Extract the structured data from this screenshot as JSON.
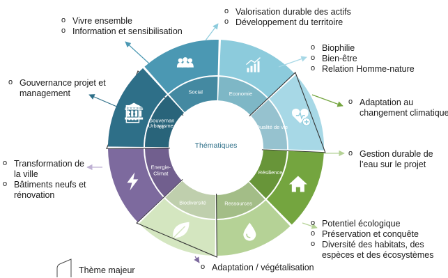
{
  "center_label": "Thématiques",
  "segments": [
    {
      "id": "social",
      "label": "Social",
      "color": "#4b98b3"
    },
    {
      "id": "economie",
      "label": "Economie",
      "color": "#8ccbdc"
    },
    {
      "id": "qualite",
      "label": "Qualité de vie",
      "color": "#a7d8e6"
    },
    {
      "id": "resilience",
      "label": "Résilience",
      "color": "#74a53f"
    },
    {
      "id": "ressources",
      "label": "Ressources",
      "color": "#b5d296"
    },
    {
      "id": "biodiversite",
      "label": "Biodiversité",
      "color": "#d4e6c0"
    },
    {
      "id": "energie",
      "label": "Energie-\nClimat",
      "color": "#7d6a9e"
    },
    {
      "id": "urbanisme",
      "label": "Urbanisme",
      "color": "#bfb1d4"
    },
    {
      "id": "gouvernance",
      "label": "Gouvernan\nce",
      "color": "#2e6f88"
    }
  ],
  "icons": {
    "social": "people-icon",
    "economie": "bar-chart-icon",
    "qualite": "heart-plus-icon",
    "resilience": "house-icon",
    "ressources": "water-drop-icon",
    "biodiversite": "leaf-icon",
    "energie": "lightning-icon",
    "urbanisme": "building-icon",
    "gouvernance": "institution-icon"
  },
  "callouts": {
    "social": [
      "Vivre ensemble",
      "Information et sensibilisation"
    ],
    "economie": [
      "Valorisation durable des actifs",
      "Développement du territoire"
    ],
    "qualite": [
      "Biophilie",
      "Bien-être",
      "Relation Homme-nature"
    ],
    "resilience": [
      "Adaptation au changement climatique"
    ],
    "ressources": [
      "Gestion durable de l’eau sur le projet"
    ],
    "biodiversite": [
      "Potentiel écologique",
      "Préservation et conquête",
      "Diversité des habitats, des espèces et des écosystèmes"
    ],
    "energie": [
      "Adaptation / végétalisation"
    ],
    "gouvernance": [
      "Gouvernance projet et management"
    ],
    "urbanisme": [
      "Transformation de la ville",
      "Bâtiments neufs et rénovation"
    ]
  },
  "legend": {
    "label": "Thème majeur"
  }
}
